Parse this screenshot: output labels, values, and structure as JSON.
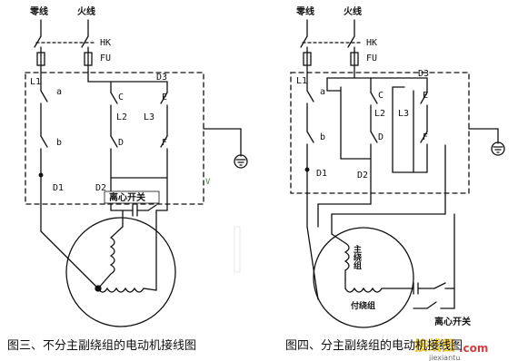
{
  "left_diagram": {
    "neutral_label": "零线",
    "live_label": "火线",
    "hk": "HK",
    "fu": "FU",
    "l1": "L1",
    "a": "a",
    "b": "b",
    "c": "C",
    "d": "D",
    "e": "E",
    "f": "F",
    "d1": "D1",
    "d2": "D2",
    "d3": "D3",
    "l2": "L2",
    "l3": "L3",
    "centrifugal_switch": "离心开关",
    "side_mark": "V",
    "caption": "图三、不分主副绕组的电动机接线图"
  },
  "right_diagram": {
    "neutral_label": "零线",
    "live_label": "火线",
    "hk": "HK",
    "fu": "FU",
    "l1": "L1",
    "a": "a",
    "b": "b",
    "c": "C",
    "d": "D",
    "e": "E",
    "f": "F",
    "d1": "D1",
    "d2": "D2",
    "d3": "D3",
    "l2": "L2",
    "l3": "L3",
    "main_winding": "主绕组",
    "aux_winding": "付绕组",
    "centrifugal_switch": "离心开关",
    "caption": "图四、分主副绕组的电动机接线图"
  },
  "watermark": {
    "main": "接线图",
    "sub": "jiexiantu",
    "suffix": ".com"
  }
}
